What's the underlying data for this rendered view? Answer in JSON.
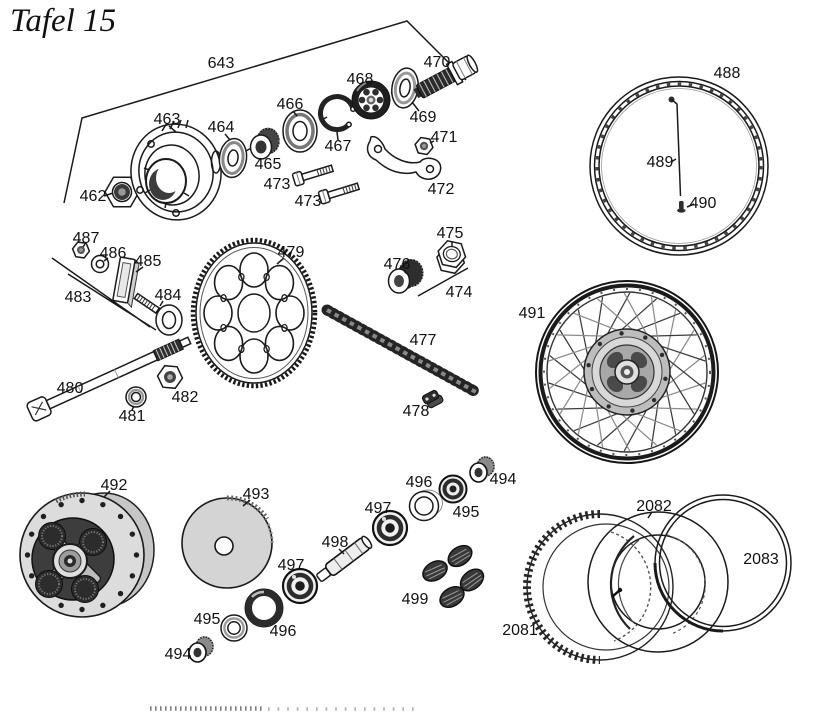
{
  "title": "Tafel 15",
  "colors": {
    "paper": "#ffffff",
    "ink": "#1a1a1a"
  },
  "callouts": {
    "c643": "643",
    "c462": "462",
    "c463": "463",
    "c464": "464",
    "c465": "465",
    "c466": "466",
    "c467": "467",
    "c468": "468",
    "c469": "469",
    "c470": "470",
    "c471": "471",
    "c472": "472",
    "c473a": "473",
    "c473b": "473",
    "c474": "474",
    "c475": "475",
    "c476": "476",
    "c477": "477",
    "c478": "478",
    "c479": "479",
    "c480": "480",
    "c481": "481",
    "c482": "482",
    "c483": "483",
    "c484": "484",
    "c485": "485",
    "c486": "486",
    "c487": "487",
    "c488": "488",
    "c489": "489",
    "c490": "490",
    "c491": "491",
    "c492": "492",
    "c493": "493",
    "c494a": "494",
    "c495a": "495",
    "c496a": "496",
    "c497a": "497",
    "c494b": "494",
    "c495b": "495",
    "c496b": "496",
    "c497b": "497",
    "c498": "498",
    "c499": "499",
    "c2081": "2081",
    "c2082": "2082",
    "c2083": "2083"
  }
}
